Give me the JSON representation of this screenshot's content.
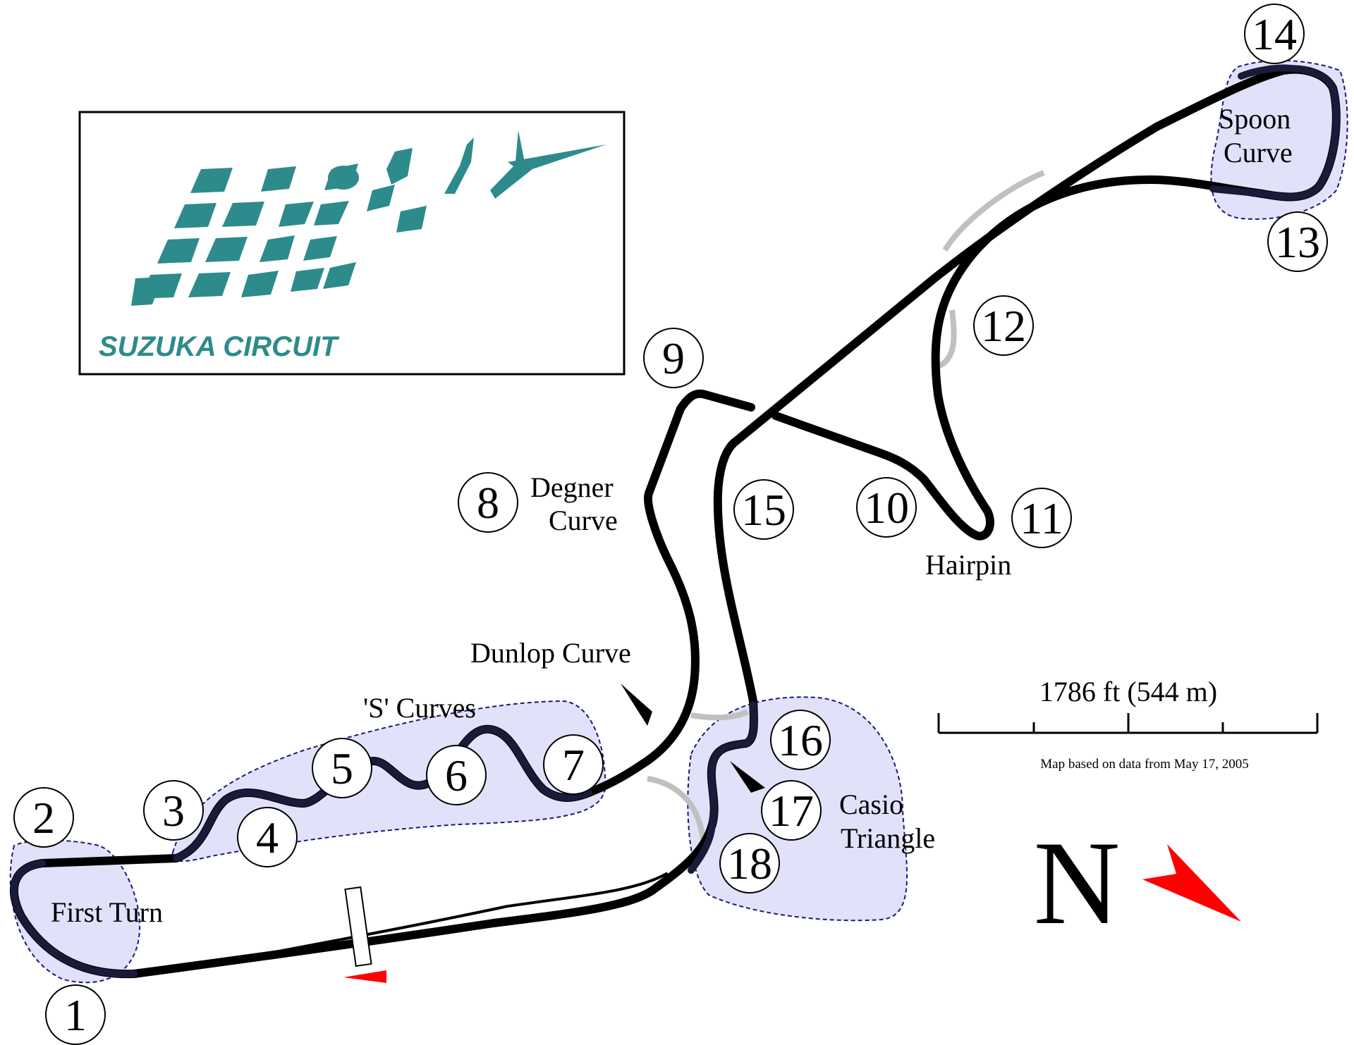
{
  "circuit": {
    "logo_text": "SUZUKA CIRCUIT",
    "brand_color": "#2e8b8b"
  },
  "turns": [
    {
      "number": "1"
    },
    {
      "number": "2"
    },
    {
      "number": "3"
    },
    {
      "number": "4"
    },
    {
      "number": "5"
    },
    {
      "number": "6"
    },
    {
      "number": "7"
    },
    {
      "number": "8"
    },
    {
      "number": "9"
    },
    {
      "number": "10"
    },
    {
      "number": "11"
    },
    {
      "number": "12"
    },
    {
      "number": "13"
    },
    {
      "number": "14"
    },
    {
      "number": "15"
    },
    {
      "number": "16"
    },
    {
      "number": "17"
    },
    {
      "number": "18"
    }
  ],
  "sections": {
    "first_turn": "First Turn",
    "s_curves": "'S' Curves",
    "dunlop": "Dunlop Curve",
    "degner_1": "Degner",
    "degner_2": "Curve",
    "hairpin": "Hairpin",
    "spoon_1": "Spoon",
    "spoon_2": "Curve",
    "casio_1": "Casio",
    "casio_2": "Triangle"
  },
  "scale": {
    "label": "1786 ft (544 m)",
    "source_note": "Map based on data from May 17, 2005"
  },
  "compass": {
    "label": "N",
    "arrow_color": "#ff0000"
  },
  "colors": {
    "track": "#000000",
    "highlight_fill": "#e1e1fa",
    "highlight_stroke": "#1a1a7a",
    "alt_track": "#c0c0c0"
  }
}
